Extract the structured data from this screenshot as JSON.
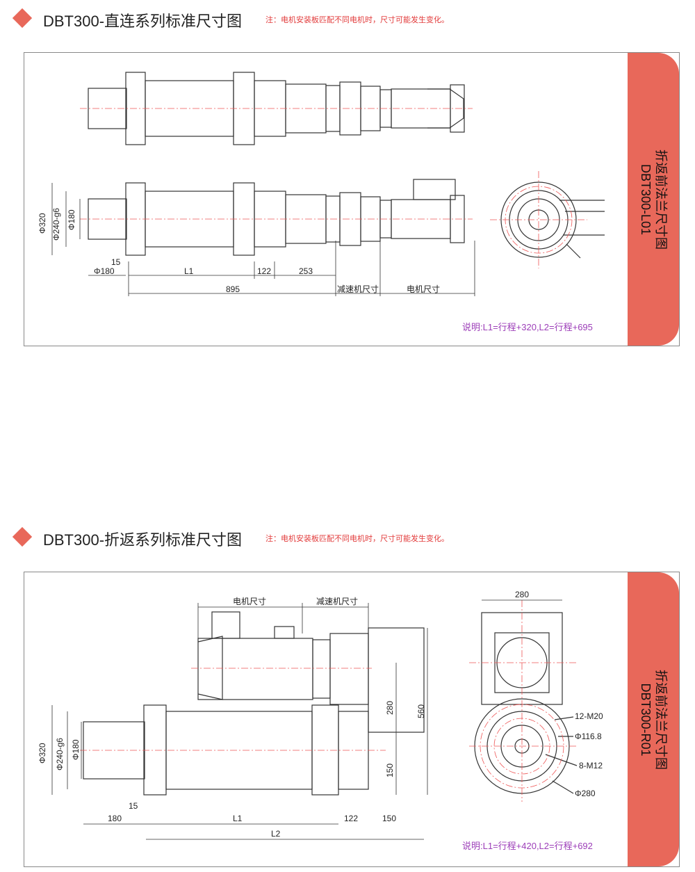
{
  "section1": {
    "title": "DBT300-直连系列标准尺寸图",
    "note": "注：电机安装板匹配不同电机时，尺寸可能发生变化。",
    "tab_line1": "折返前法兰尺寸图",
    "tab_line2": "DBT300-L01",
    "explain": "说明:L1=行程+320,L2=行程+695",
    "dims": {
      "d320": "Φ320",
      "d240": "Φ240-g6",
      "d180v": "Φ180",
      "d15": "15",
      "d180h": "Φ180",
      "L1": "L1",
      "d122": "122",
      "d253": "253",
      "d895": "895",
      "reducer": "减速机尺寸",
      "motor": "电机尺寸"
    }
  },
  "section2": {
    "title": "DBT300-折返系列标准尺寸图",
    "note": "注：电机安装板匹配不同电机时，尺寸可能发生变化。",
    "tab_line1": "折返前法兰尺寸图",
    "tab_line2": "DBT300-R01",
    "explain": "说明:L1=行程+420,L2=行程+692",
    "dims": {
      "motor": "电机尺寸",
      "reducer": "减速机尺寸",
      "d320": "Φ320",
      "d240": "Φ240-g6",
      "d180v": "Φ180",
      "d15": "15",
      "d180h": "180",
      "L1": "L1",
      "d122": "122",
      "d150h": "150",
      "L2": "L2",
      "d280v": "280",
      "d150v": "150",
      "d560": "560",
      "d280top": "280",
      "m20": "12-M20",
      "d1168": "Φ116.8",
      "m12": "8-M12",
      "d280c": "Φ280"
    }
  }
}
